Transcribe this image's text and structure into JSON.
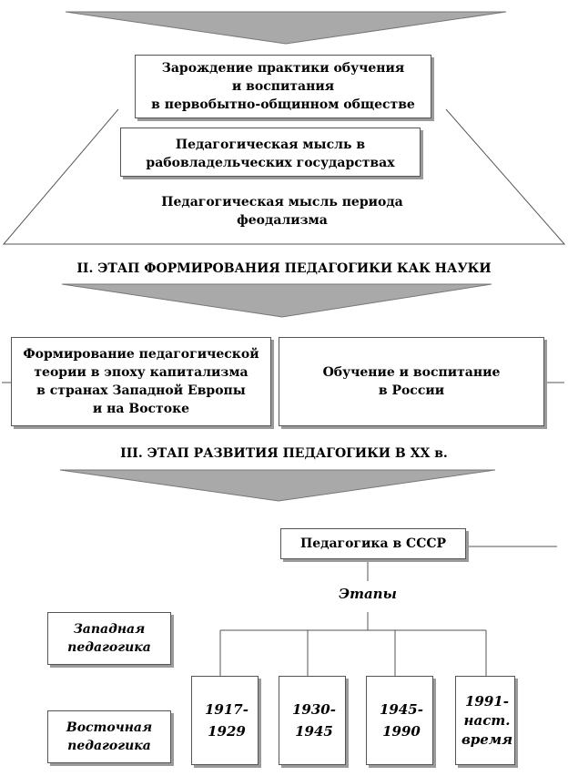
{
  "stage1": {
    "box1": "Зарождение практики обучения\nи воспитания\nв первобытно-общинном обществе",
    "box2": "Педагогическая мысль в\nрабовладельческих государствах",
    "box3": "Педагогическая мысль периода\nфеодализма"
  },
  "stage2": {
    "heading": "II. ЭТАП ФОРМИРОВАНИЯ ПЕДАГОГИКИ КАК НАУКИ",
    "left": "Формирование педагогической\nтеории в эпоху капитализма\nв странах Западной Европы\nи на Востоке",
    "right": "Обучение и воспитание\nв России"
  },
  "stage3": {
    "heading": "III. ЭТАП РАЗВИТИЯ ПЕДАГОГИКИ В XX в.",
    "ussr": "Педагогика в СССР",
    "stages_label": "Этапы",
    "western": "Западная\nпедагогика",
    "eastern": "Восточная\nпедагогика",
    "periods": [
      "1917-\n1929",
      "1930-\n1945",
      "1945-\n1990",
      "1991-\nнаст.\nвремя"
    ]
  },
  "colors": {
    "arrow": "#a9a9a9",
    "shadow": "#9a9a9a"
  }
}
